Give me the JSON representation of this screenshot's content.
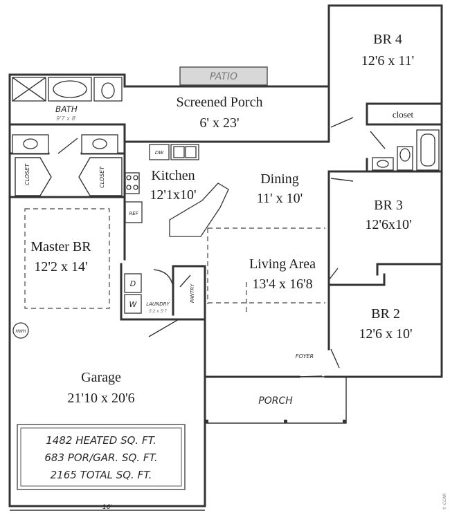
{
  "rooms": {
    "br4": {
      "name": "BR 4",
      "dims": "12'6 x 11'"
    },
    "screened_porch": {
      "name": "Screened Porch",
      "dims": "6' x 23'"
    },
    "closet": {
      "name": "closet"
    },
    "bath": {
      "name": "BATH",
      "dims": "9'7 x 8'"
    },
    "kitchen": {
      "name": "Kitchen",
      "dims": "12'1x10'"
    },
    "dining": {
      "name": "Dining",
      "dims": "11' x 10'"
    },
    "br3": {
      "name": "BR 3",
      "dims": "12'6x10'"
    },
    "master": {
      "name": "Master BR",
      "dims": "12'2 x 14'"
    },
    "living": {
      "name": "Living Area",
      "dims": "13'4 x 16'8"
    },
    "br2": {
      "name": "BR 2",
      "dims": "12'6 x 10'"
    },
    "garage": {
      "name": "Garage",
      "dims": "21'10 x 20'6"
    },
    "porch": {
      "name": "PORCH"
    },
    "laundry": {
      "name": "LAUNDRY",
      "dims": "5'2 x 5'7"
    },
    "pantry": {
      "name": "PANTRY"
    },
    "foyer": {
      "name": "FOYER"
    },
    "patio": {
      "name": "PATIO"
    }
  },
  "fixtures": {
    "dw": "DW",
    "ref": "REF",
    "washer": "W",
    "dryer": "D",
    "closet_left": "CLOSET",
    "closet_right": "CLOSET",
    "hwh": "HWH"
  },
  "area_summary": {
    "heated": "1482 HEATED SQ. FT.",
    "porch_garage": "683 POR/GAR. SQ. FT.",
    "total": "2165 TOTAL SQ. FT."
  },
  "dimension_bottom": "16'",
  "watermark": "© CCAR"
}
